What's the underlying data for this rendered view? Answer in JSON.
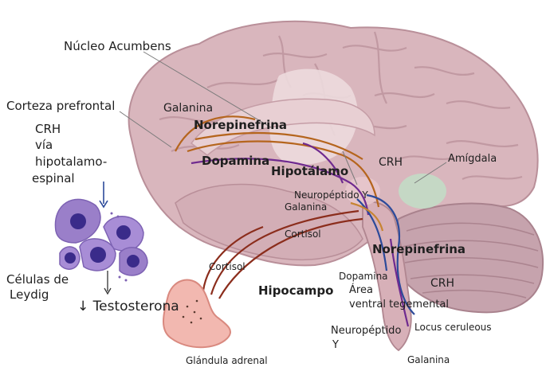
{
  "colors": {
    "brain": "#d9b6bd",
    "brain_dark": "#b98f99",
    "cerebellum": "#c6a3ad",
    "tract_dopamine": "#6f2a8f",
    "tract_norepinephrine": "#b5651d",
    "tract_cortisol": "#8b2d1c",
    "tract_crh": "#2c4a9a",
    "cells": "#9a7fc9",
    "nuclei": "#3a2b8a",
    "adrenal": "#f2b8b0"
  },
  "labels": {
    "nucleo_acumbens": "Núcleo Acumbens",
    "corteza_prefrontal": "Corteza prefrontal",
    "galanina_top": "Galanina",
    "norepinefrina_top": "Norepinefrina",
    "dopamina_top": "Dopamina",
    "hipotalamo": "Hipotálamo",
    "crh_top": "CRH",
    "amigdala": "Amígdala",
    "neuropeptido_y_top": "Neuropéptido Y",
    "galanina_mid": "Galanina",
    "cortisol_mid": "Cortisol",
    "norepinefrina_bottom": "Norepinefrina",
    "crh_left_1": "CRH",
    "crh_left_2": "vía",
    "crh_left_3": "hipotalamo-",
    "crh_left_4": "espinal",
    "cortisol_left": "Cortisol",
    "hipocampo": "Hipocampo",
    "dopamina_bottom": "Dopamina",
    "area_1": "Área",
    "area_2": "ventral tegemental",
    "crh_bottom": "CRH",
    "leydig_1": "Células de",
    "leydig_2": "Leydig",
    "testosterona": "↓ Testosterona",
    "neuropeptido_y_bottom_1": "Neuropéptido",
    "neuropeptido_y_bottom_2": "Y",
    "locus": "Locus ceruleous",
    "glandula": "Glándula adrenal",
    "galanina_bottom": "Galanina"
  }
}
